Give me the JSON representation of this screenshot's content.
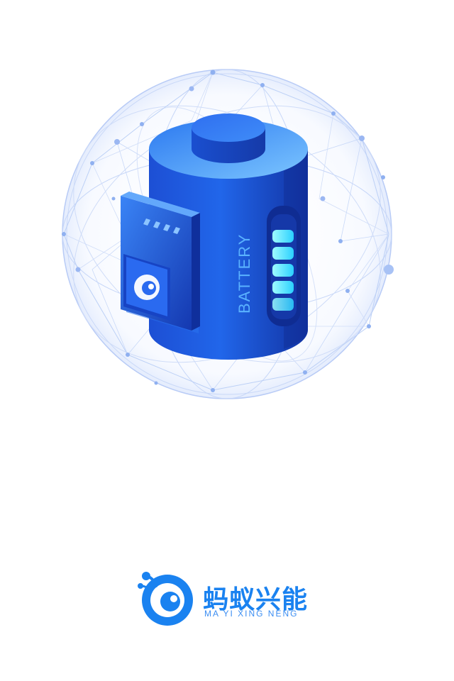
{
  "hero": {
    "battery_label": "BATTERY",
    "icon": "battery-illustration"
  },
  "brand": {
    "name_cn": "蚂蚁兴能",
    "name_en": "MA YI XING NENG",
    "icon": "ant-eye-logo-icon"
  },
  "colors": {
    "primary": "#1a82f0",
    "battery_dark": "#1236a8",
    "battery_mid": "#1f5ee0",
    "battery_light": "#5ab2ff",
    "glow": "#7ff0ff",
    "network": "#a9c1f3"
  }
}
